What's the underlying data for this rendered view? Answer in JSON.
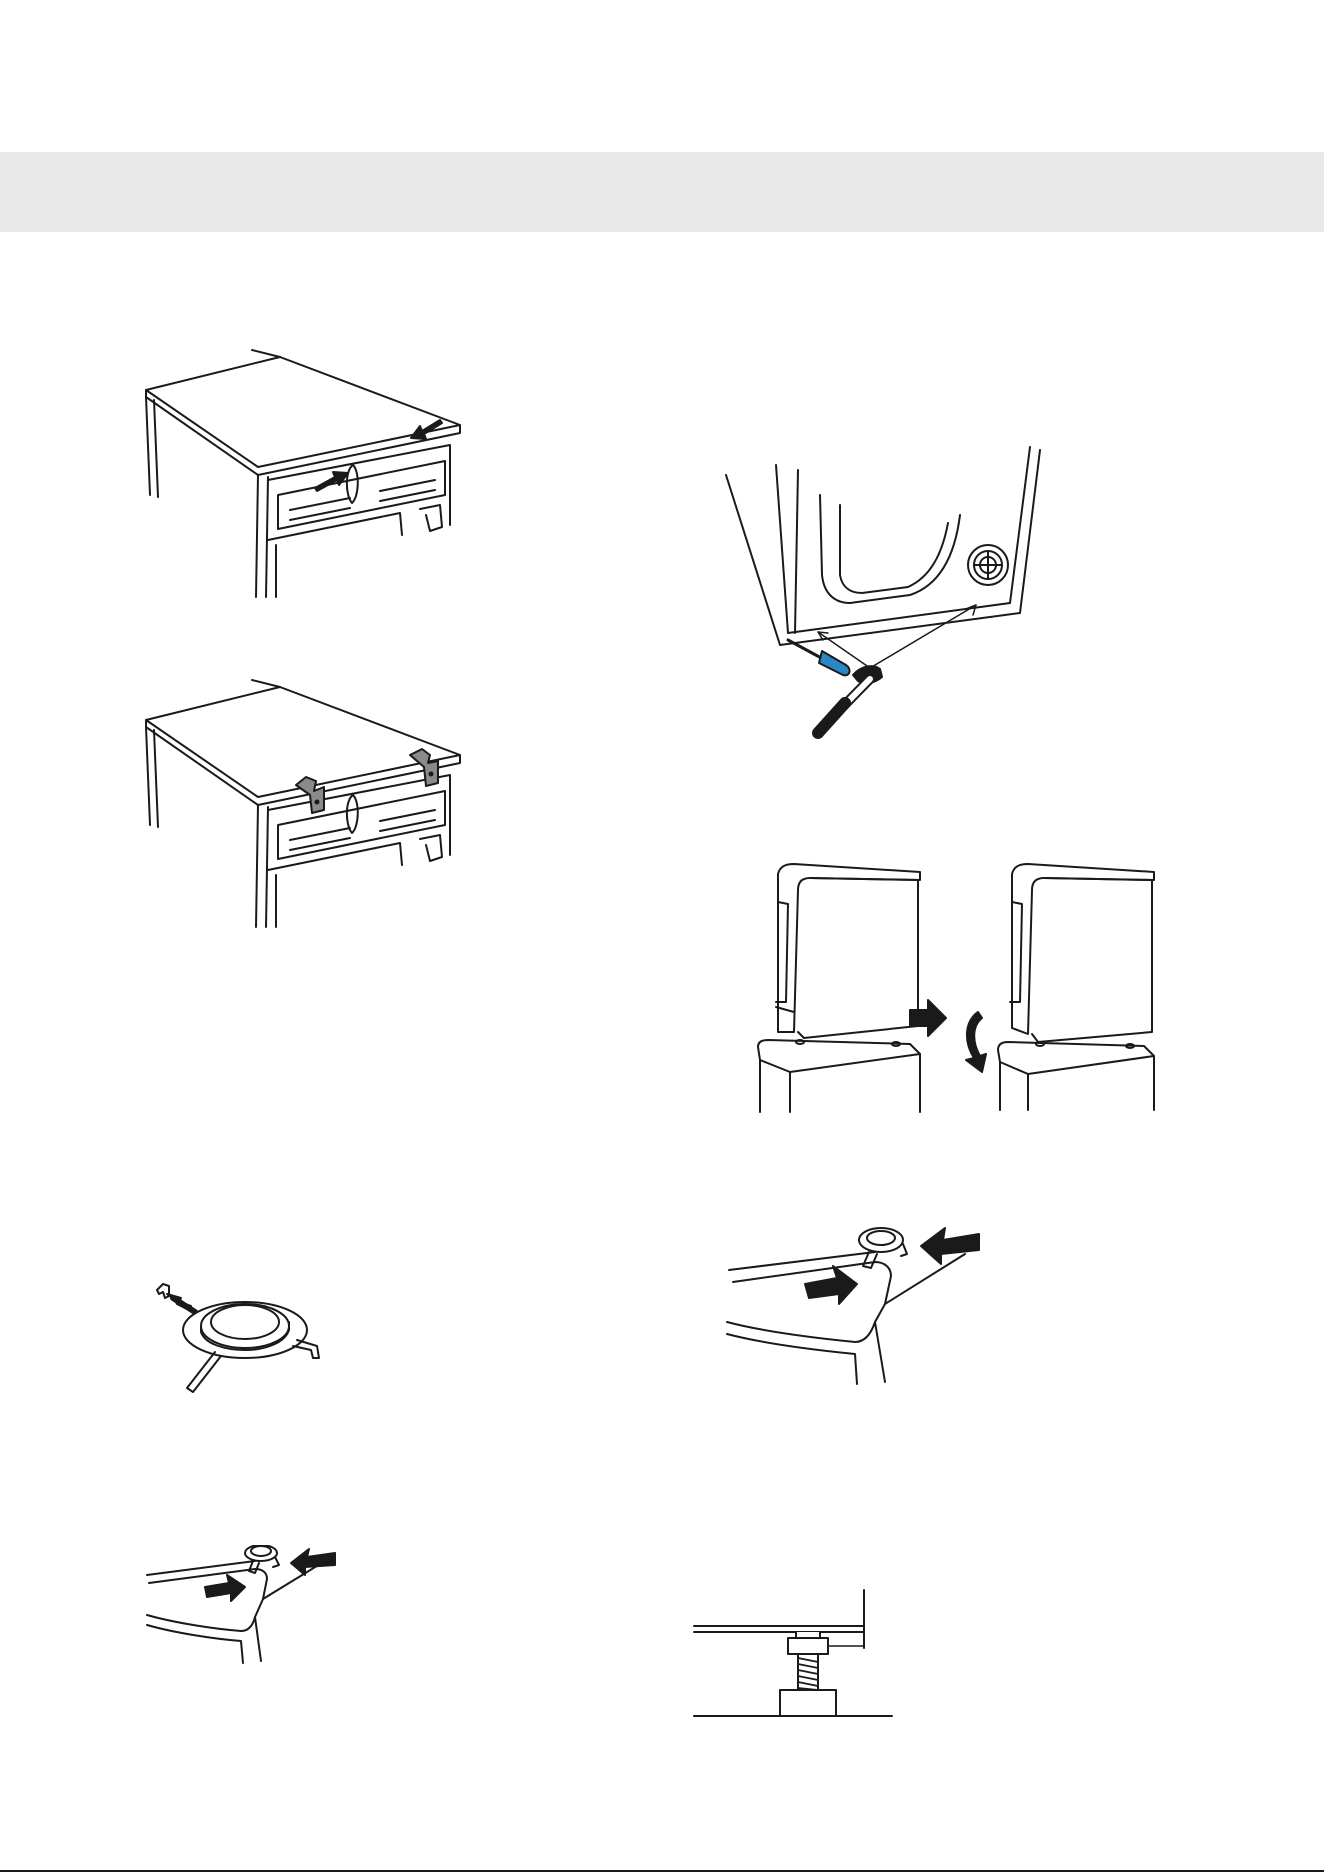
{
  "page": {
    "header_band_color": "#e8e8e8",
    "line_color": "#1a1a1a",
    "accent_color": "#2a86c4"
  },
  "figures": [
    {
      "id": "stack-top-arrows",
      "icon": "appliance-top-panel-with-arrows"
    },
    {
      "id": "stack-top-brackets",
      "icon": "appliance-top-panel-with-brackets"
    },
    {
      "id": "remove-front-feet",
      "icon": "screwdriver-hammer-icon"
    },
    {
      "id": "lift-and-place",
      "icon": "appliance-lift-place-icon"
    },
    {
      "id": "cup-tab-remove",
      "icon": "foot-cup-tab-icon"
    },
    {
      "id": "cup-install-large",
      "icon": "foot-cup-install-icon"
    },
    {
      "id": "cup-install-small",
      "icon": "foot-cup-install-icon"
    },
    {
      "id": "leveling-foot",
      "icon": "leveling-foot-icon"
    }
  ]
}
